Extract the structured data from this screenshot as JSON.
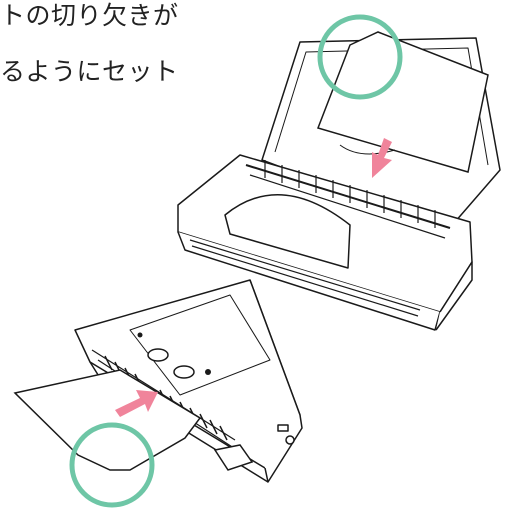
{
  "caption": {
    "line1": "トの切り欠きが",
    "line2": "るようにセット"
  },
  "colors": {
    "circle": "#6ec6a6",
    "arrow": "#f0849b",
    "stroke": "#1a1a1a",
    "paper": "#ffffff"
  },
  "icons": {
    "highlight": "circle-highlight",
    "arrow": "feed-direction-arrow"
  }
}
